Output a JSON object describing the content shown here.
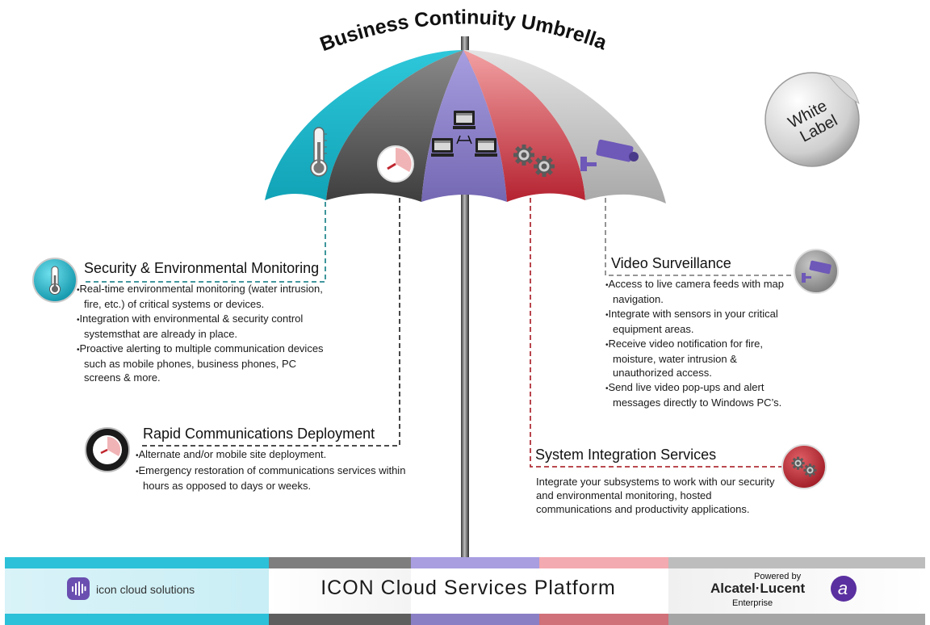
{
  "title": "Business Continuity Umbrella",
  "badge": {
    "line1": "White",
    "line2": "Label"
  },
  "colors": {
    "teal": "#1fb3c9",
    "dark_gray": "#5c5c5c",
    "purple": "#8a7fc4",
    "red": "#d3434c",
    "light_gray": "#c4c4c4",
    "line_teal": "#2a8a90",
    "line_dark": "#333333",
    "line_red": "#b03038",
    "line_gray": "#888888"
  },
  "umbrella_icons": [
    "thermometer-icon",
    "clock-icon",
    "network-computers-icon",
    "gears-icon",
    "security-camera-icon"
  ],
  "sections": {
    "security": {
      "icon": "thermometer-icon",
      "title": "Security & Environmental Monitoring",
      "bullets": [
        "Real-time environmental monitoring (water intrusion, fire, etc.) of critical systems or devices.",
        "Integration with environmental & security control systemsthat are already in place.",
        "Proactive alerting to multiple communication devices such as mobile phones, business phones, PC screens & more."
      ]
    },
    "rapid": {
      "icon": "clock-icon",
      "title": "Rapid Communications Deployment",
      "bullets": [
        "Alternate and/or mobile site deployment.",
        "Emergency restoration of communications services within hours as opposed to days or weeks."
      ]
    },
    "video": {
      "icon": "security-camera-icon",
      "title": "Video Surveillance",
      "bullets": [
        "Access to live camera feeds with map navigation.",
        "Integrate with sensors in your critical equipment areas.",
        "Receive video notification for fire, moisture, water intrusion & unauthorized access.",
        "Send live video pop-ups and alert messages directly to Windows PC’s."
      ]
    },
    "sysint": {
      "icon": "gears-icon",
      "title": "System Integration Services",
      "text": "Integrate your subsystems to work with our security and environmental monitoring, hosted communications and productivity applications."
    }
  },
  "footer": {
    "logo_text": "icon cloud solutions",
    "platform_title": "ICON Cloud Services Platform",
    "powered_by": "Powered by",
    "partner_name": "Alcatel·Lucent",
    "partner_sub": "Enterprise"
  }
}
